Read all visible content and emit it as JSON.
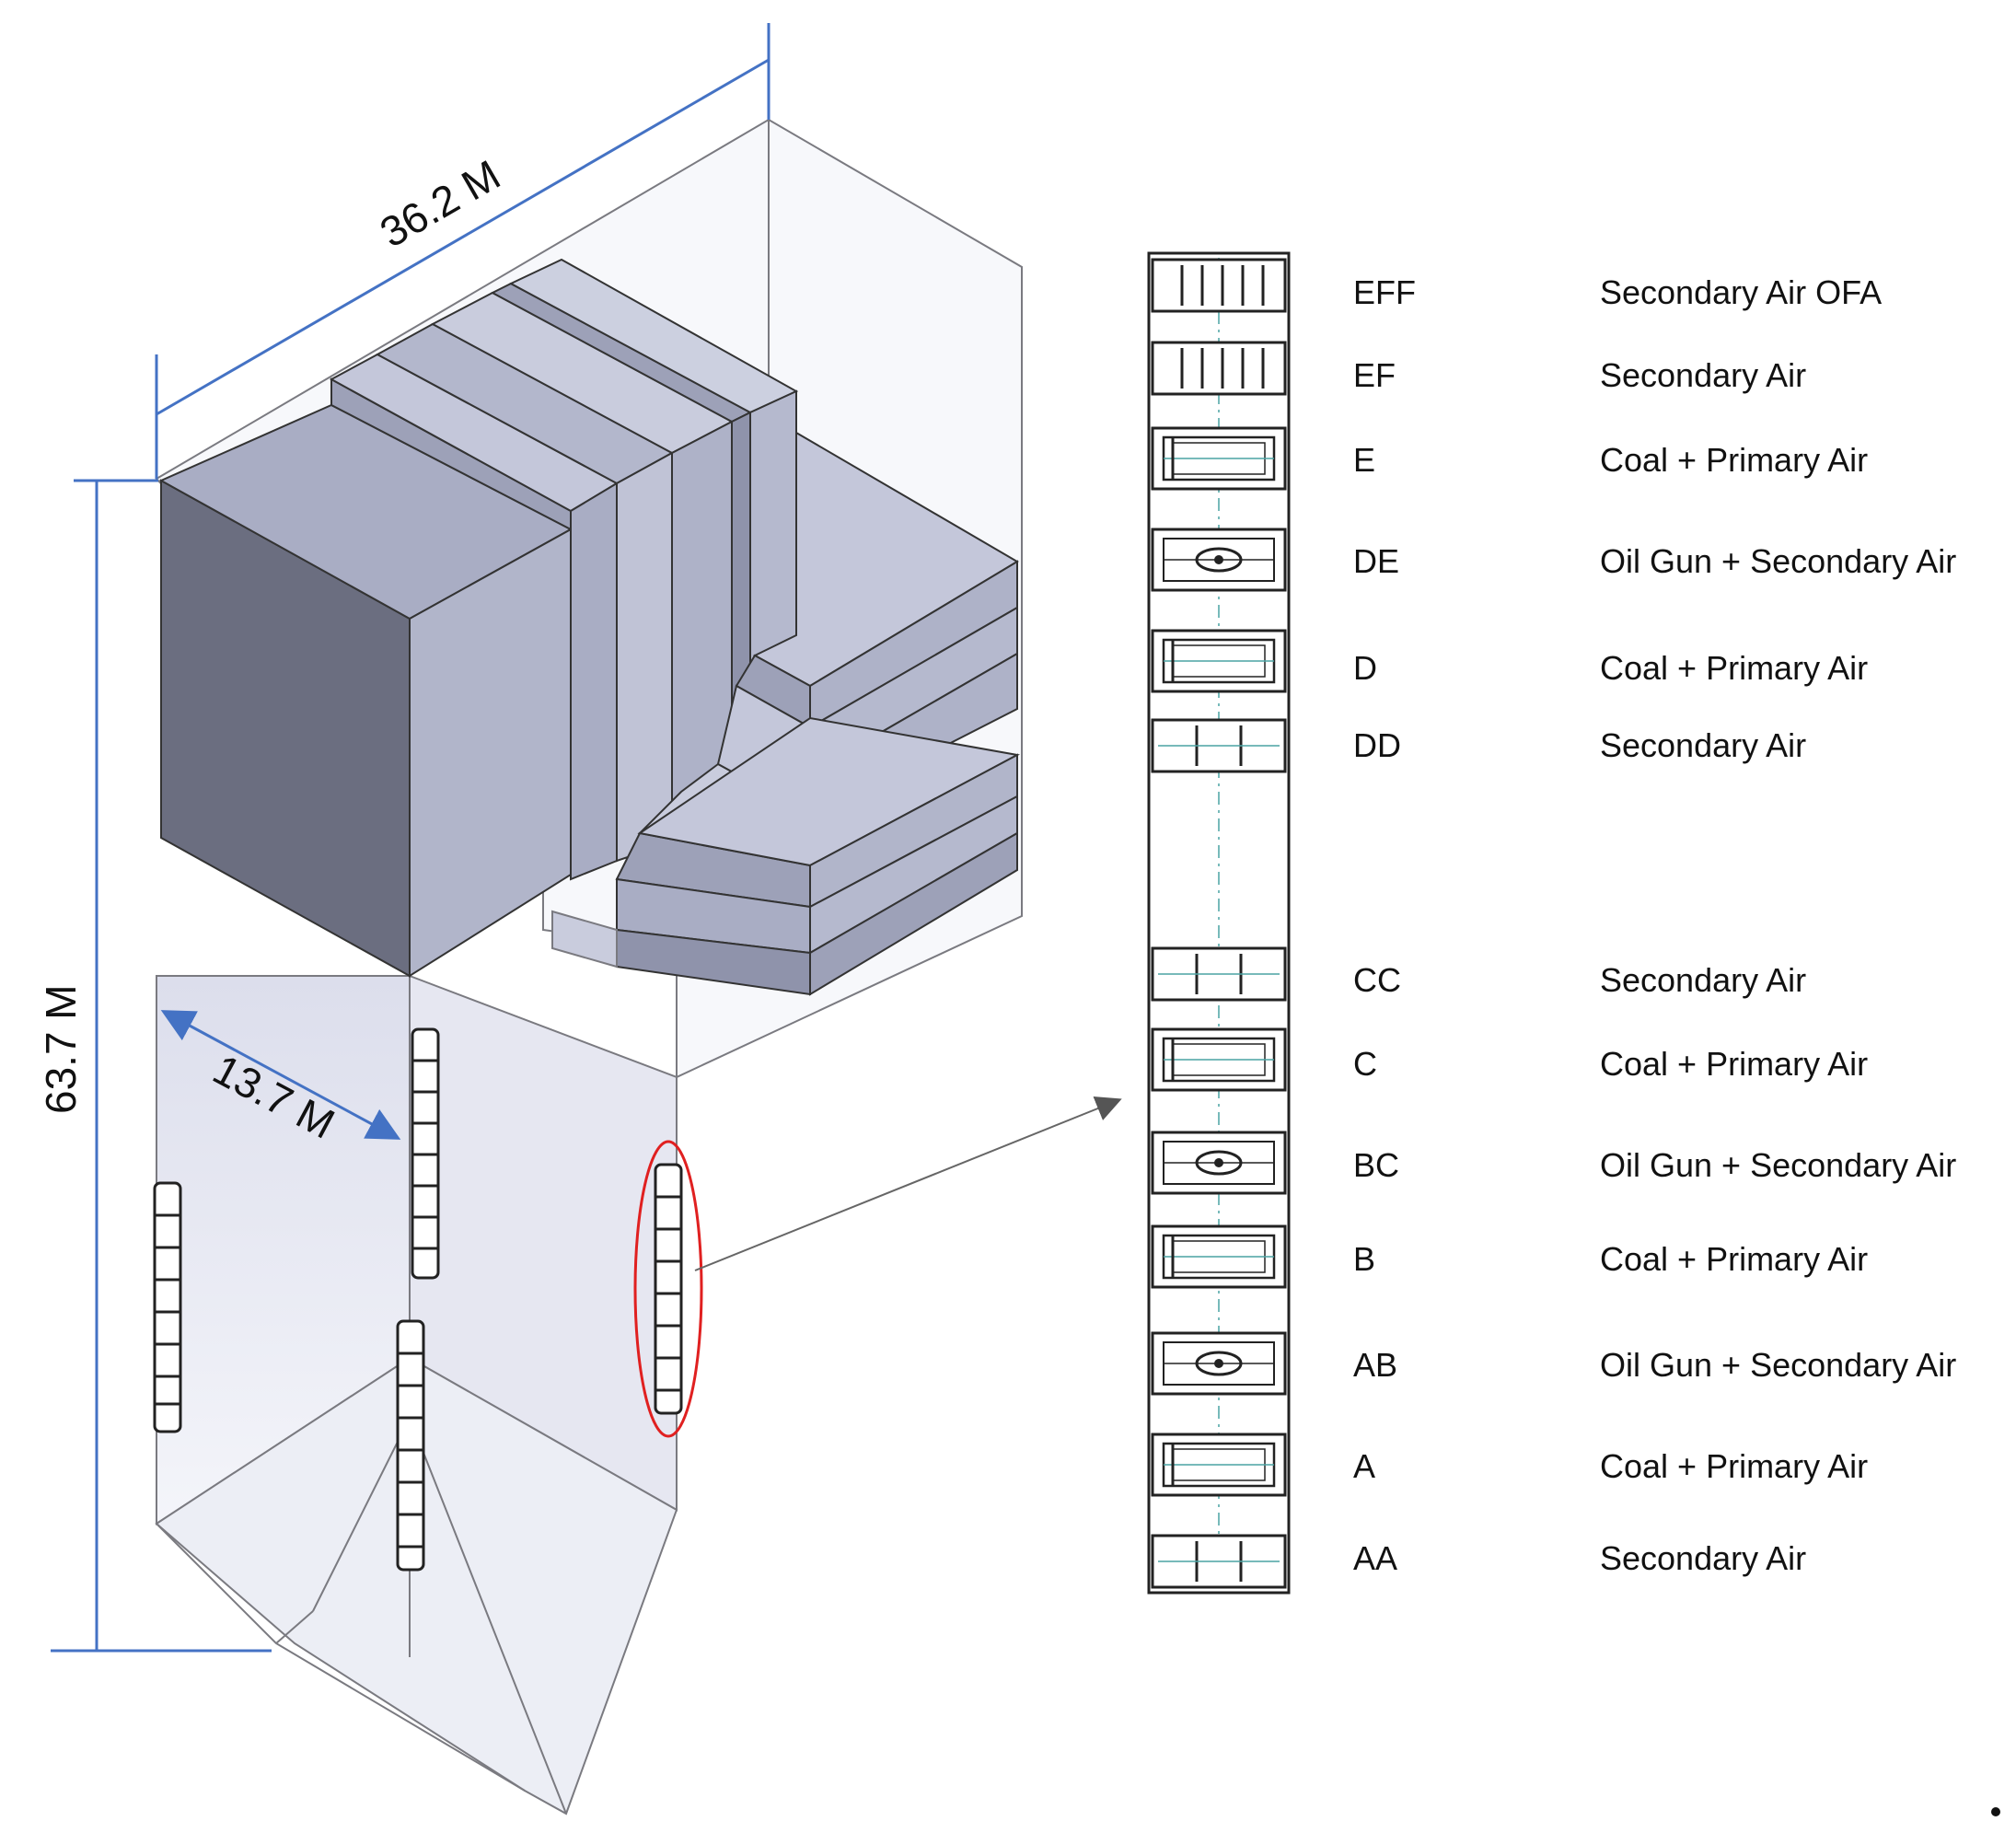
{
  "dimensions": {
    "width": "36.2 M",
    "height": "63.7 M",
    "depth": "13.7 M"
  },
  "burners": [
    {
      "code": "EFF",
      "description": "Secondary Air OFA",
      "kind": "ofa"
    },
    {
      "code": "EF",
      "description": "Secondary Air",
      "kind": "ofa"
    },
    {
      "code": "E",
      "description": "Coal + Primary Air",
      "kind": "coal"
    },
    {
      "code": "DE",
      "description": "Oil Gun + Secondary Air",
      "kind": "oil"
    },
    {
      "code": "D",
      "description": "Coal + Primary Air",
      "kind": "coal"
    },
    {
      "code": "DD",
      "description": "Secondary Air",
      "kind": "air"
    },
    {
      "code": "CC",
      "description": "Secondary Air",
      "kind": "air"
    },
    {
      "code": "C",
      "description": "Coal + Primary Air",
      "kind": "coal"
    },
    {
      "code": "BC",
      "description": "Oil Gun + Secondary Air",
      "kind": "oil"
    },
    {
      "code": "B",
      "description": "Coal + Primary Air",
      "kind": "coal"
    },
    {
      "code": "AB",
      "description": "Oil Gun + Secondary Air",
      "kind": "oil"
    },
    {
      "code": "A",
      "description": "Coal + Primary Air",
      "kind": "coal"
    },
    {
      "code": "AA",
      "description": "Secondary Air",
      "kind": "air"
    }
  ],
  "colors": {
    "dimension_line": "#4472c4",
    "highlight": "#e02020",
    "box_dark": "#6b6e80",
    "box_mid": "#a9adc4",
    "box_light": "#c9ccdd",
    "wall_fill": "#e8e9f2",
    "wall_edge": "#7a7a80"
  }
}
